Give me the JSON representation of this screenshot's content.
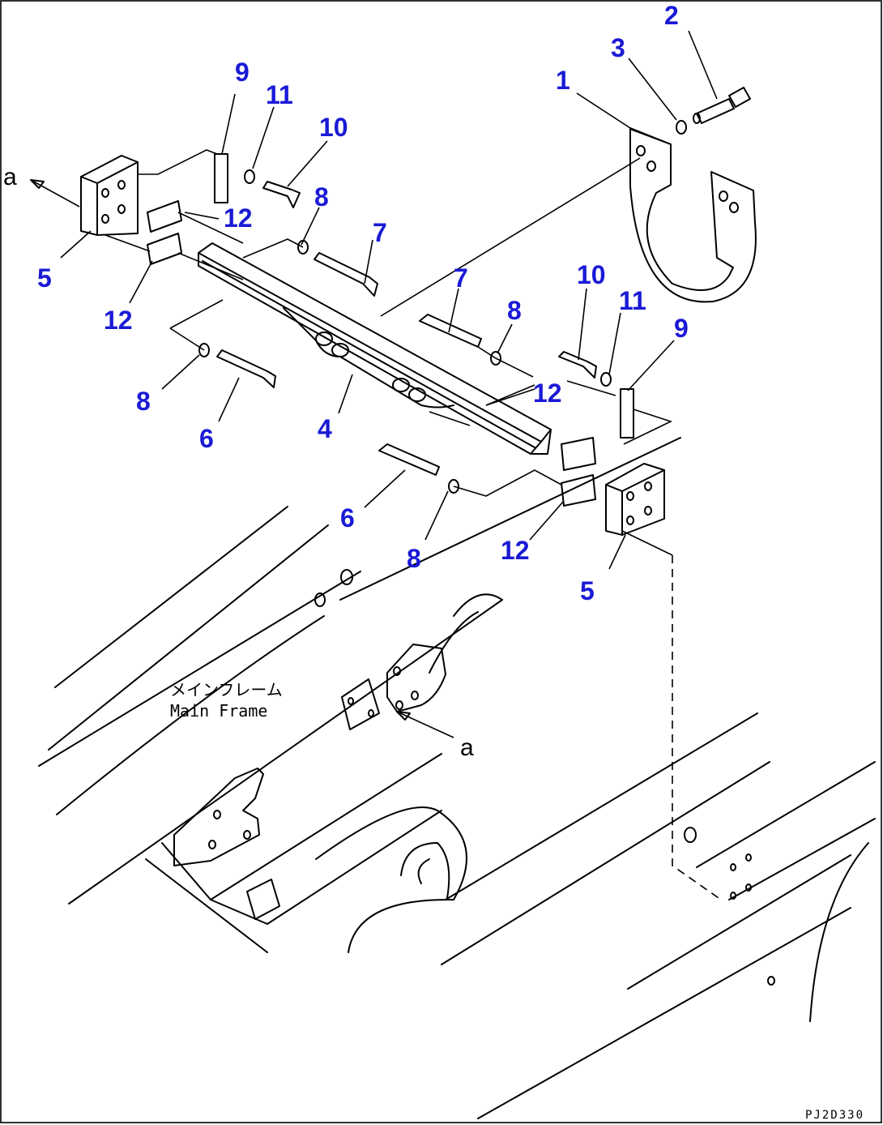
{
  "diagram": {
    "frame_label_jp": "メインフレーム",
    "frame_label_en": "Main Frame",
    "figure_code": "PJ2D330",
    "view_marks": [
      "a",
      "a"
    ],
    "callouts": [
      "1",
      "2",
      "3",
      "4",
      "5",
      "5",
      "6",
      "6",
      "7",
      "7",
      "8",
      "8",
      "8",
      "8",
      "9",
      "9",
      "10",
      "10",
      "11",
      "11",
      "12",
      "12",
      "12",
      "12"
    ],
    "callout_color": "#1a1ad6"
  }
}
